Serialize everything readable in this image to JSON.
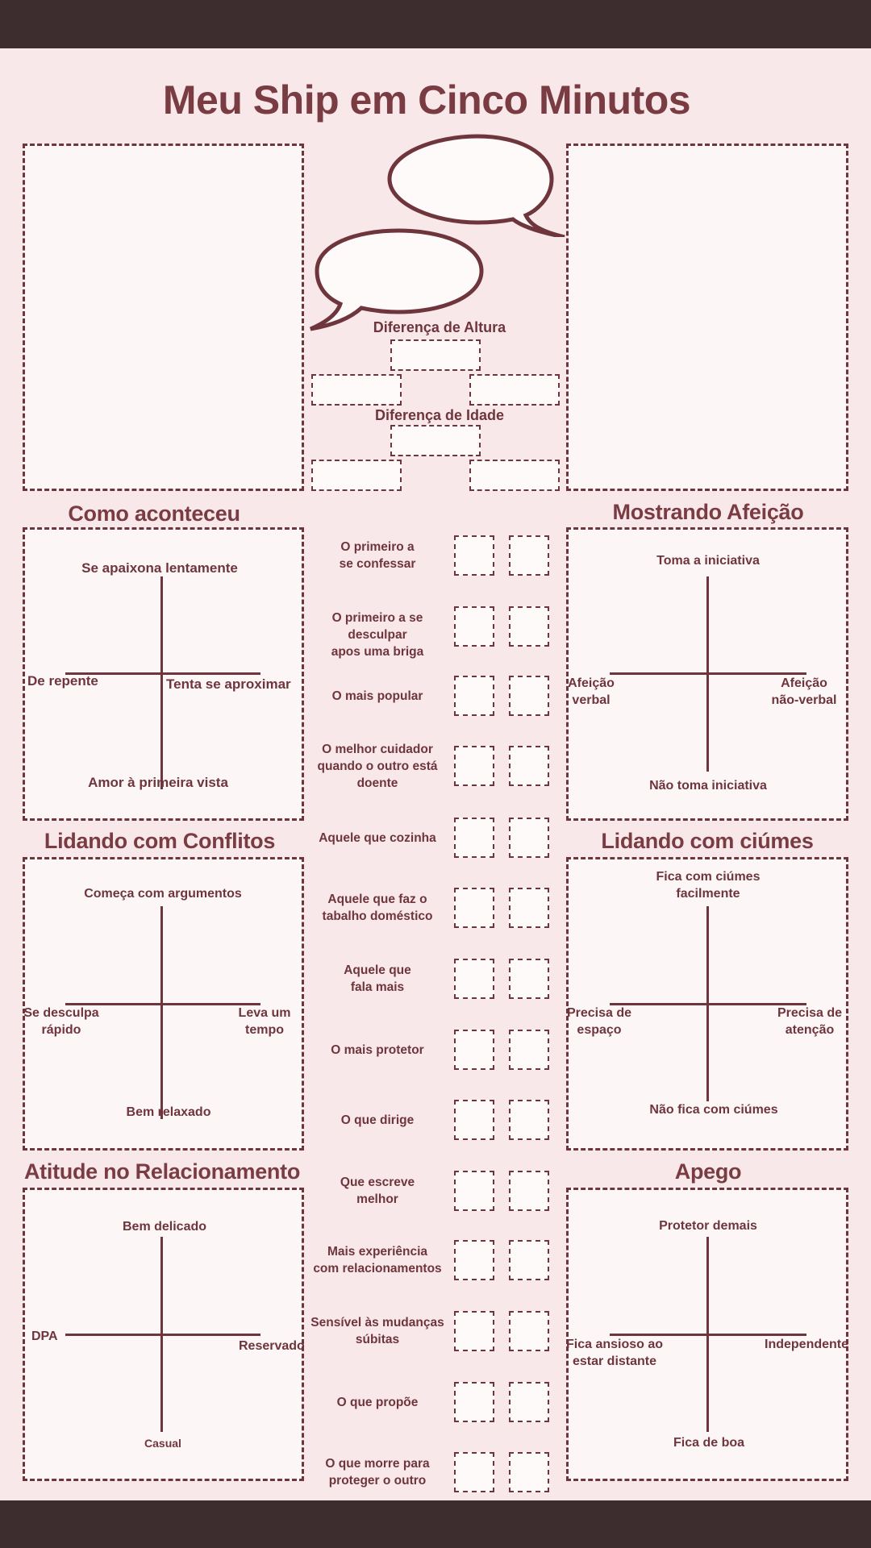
{
  "title": "Meu Ship em Cinco Minutos",
  "middle": {
    "height_label": "Diferença de Altura",
    "age_label": "Diferença de Idade"
  },
  "sections": {
    "how": {
      "title": "Como aconteceu",
      "top": "Se apaixona lentamente",
      "left": "De repente",
      "right": "Tenta se aproximar",
      "bottom": "Amor à primeira vista"
    },
    "affection": {
      "title": "Mostrando Afeição",
      "top": "Toma a iniciativa",
      "left_1": "Afeição",
      "left_2": "verbal",
      "right_1": "Afeição",
      "right_2": "não-verbal",
      "bottom": "Não toma iniciativa"
    },
    "conflicts": {
      "title": "Lidando com Conflitos",
      "top": "Começa com argumentos",
      "left_1": "Se desculpa",
      "left_2": "rápido",
      "right_1": "Leva um",
      "right_2": "tempo",
      "bottom": "Bem relaxado"
    },
    "jealousy": {
      "title": "Lidando com ciúmes",
      "top_1": "Fica com ciúmes",
      "top_2": "facilmente",
      "left_1": "Precisa de",
      "left_2": "espaço",
      "right_1": "Precisa de",
      "right_2": "atenção",
      "bottom": "Não fica com ciúmes"
    },
    "attitude": {
      "title": "Atitude no Relacionamento",
      "top": "Bem delicado",
      "left": "DPA",
      "right": "Reservado",
      "bottom": "Casual"
    },
    "attachment": {
      "title": "Apego",
      "top": "Protetor demais",
      "left_1": "Fica ansioso ao",
      "left_2": "estar distante",
      "right": "Independente",
      "bottom": "Fica de boa"
    }
  },
  "questions": [
    {
      "l1": "O primeiro a",
      "l2": "se confessar"
    },
    {
      "l1": "O primeiro a se desculpar",
      "l2": "apos uma briga"
    },
    {
      "l1": "O mais popular",
      "l2": ""
    },
    {
      "l1": "O melhor cuidador",
      "l2": "quando o outro está",
      "l3": "doente"
    },
    {
      "l1": "Aquele que cozinha",
      "l2": ""
    },
    {
      "l1": "Aquele que faz o",
      "l2": "tabalho doméstico"
    },
    {
      "l1": "Aquele que",
      "l2": "fala mais"
    },
    {
      "l1": "O mais protetor",
      "l2": ""
    },
    {
      "l1": "O que dirige",
      "l2": ""
    },
    {
      "l1": "Que escreve",
      "l2": "melhor"
    },
    {
      "l1": "Mais experiência",
      "l2": "com relacionamentos"
    },
    {
      "l1": "Sensível às mudanças",
      "l2": "súbitas"
    },
    {
      "l1": "O que propõe",
      "l2": ""
    },
    {
      "l1": "O que morre para",
      "l2": "proteger o outro"
    }
  ]
}
